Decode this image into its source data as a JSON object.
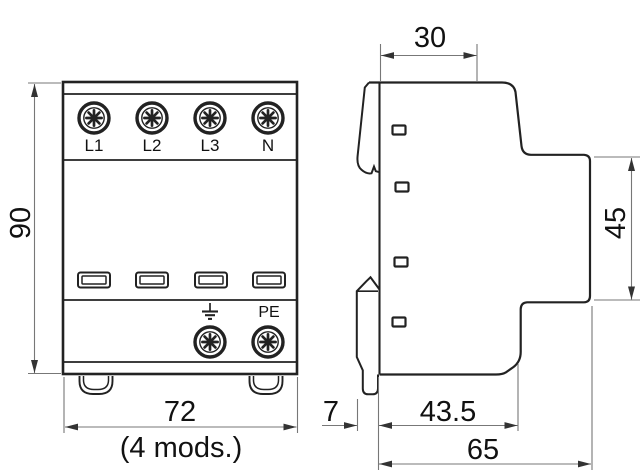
{
  "drawing_type": "dimensional-outline-drawing",
  "views": [
    "front-view",
    "side-view"
  ],
  "colors": {
    "outline": "#222222",
    "dim_line": "#777777",
    "arrow": "#333333",
    "text": "#111111",
    "background": "#ffffff"
  },
  "front_view": {
    "terminal_labels": [
      "L1",
      "L2",
      "L3",
      "N"
    ],
    "earth_icon": "earth-ground-symbol",
    "pe_label": "PE",
    "dims": {
      "height_mm": "90",
      "width_mm": "72",
      "width_note": "(4 mods.)"
    }
  },
  "side_view": {
    "dims": {
      "top_depth_mm": "30",
      "rail_section_height_mm": "45",
      "clip_offset_mm": "7",
      "body_depth_mm": "43.5",
      "total_depth_mm": "65"
    }
  }
}
